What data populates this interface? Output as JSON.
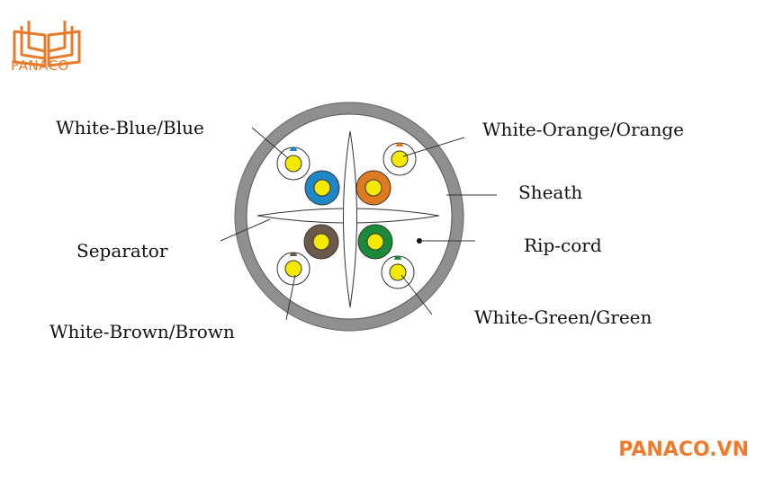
{
  "logo": {
    "text": "PANACO",
    "color": "#e87b2a"
  },
  "labels": {
    "white_blue": "White-Blue/Blue",
    "white_orange": "White-Orange/Orange",
    "sheath": "Sheath",
    "separator": "Separator",
    "rip_cord": "Rip-cord",
    "white_brown": "White-Brown/Brown",
    "white_green": "White-Green/Green"
  },
  "brand": {
    "text": "PANACO.VN",
    "color": "#f07a2a"
  },
  "colors": {
    "sheath": "#8f8f8f",
    "blue": "#1f86c8",
    "orange": "#e07a1e",
    "brown": "#6b5a4c",
    "green": "#1b8a3a",
    "conductor": "#f4e900"
  }
}
